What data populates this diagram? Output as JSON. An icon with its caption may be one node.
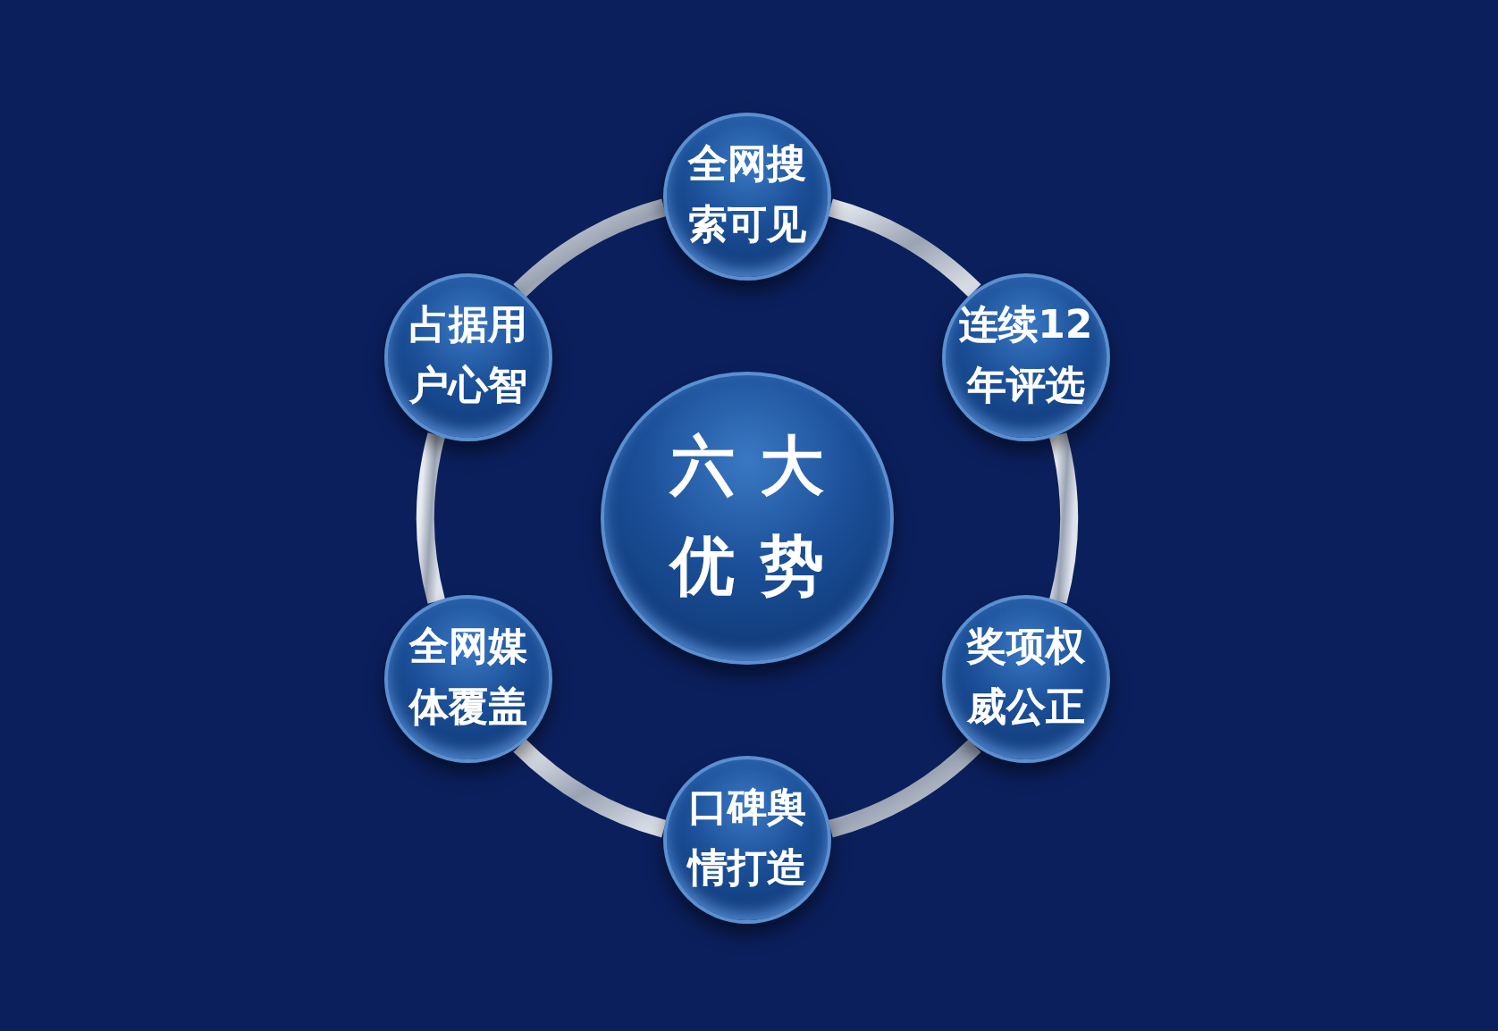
{
  "diagram": {
    "nodes": [
      {
        "text": [
          "六大优势"
        ]
      },
      {
        "text": [
          "全网搜索可见"
        ]
      },
      {
        "text": [
          "连续12年评选"
        ]
      },
      {
        "text": [
          "奖项权威公正"
        ]
      },
      {
        "text": [
          "口碑舆情打造"
        ]
      },
      {
        "text": [
          "全网媒体覆盖"
        ]
      },
      {
        "text": [
          "占据用户心智"
        ]
      }
    ],
    "edges": [
      {
        "from": 1,
        "to": 2,
        "arrow": "none"
      },
      {
        "from": 2,
        "to": 3,
        "arrow": "none"
      },
      {
        "from": 3,
        "to": 4,
        "arrow": "none"
      },
      {
        "from": 4,
        "to": 5,
        "arrow": "none"
      },
      {
        "from": 5,
        "to": 6,
        "arrow": "none"
      },
      {
        "from": 6,
        "to": 1,
        "arrow": "none"
      }
    ]
  }
}
